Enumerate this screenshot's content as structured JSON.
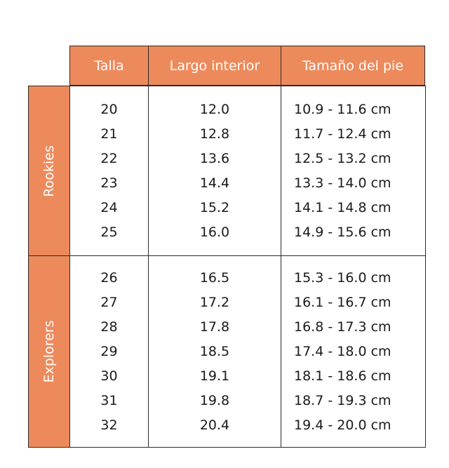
{
  "headers": {
    "size": "Talla",
    "inner_length": "Largo interior",
    "foot_size": "Tamaño del pie"
  },
  "colors": {
    "accent": "#ed8a5c",
    "border": "#2a2a2a",
    "text": "#1a1a1a",
    "header_text": "#ffffff"
  },
  "groups": [
    {
      "label": "Rookies",
      "rows": [
        {
          "size": "20",
          "inner_length": "12.0",
          "foot_size": "10.9 - 11.6 cm"
        },
        {
          "size": "21",
          "inner_length": "12.8",
          "foot_size": "11.7 - 12.4 cm"
        },
        {
          "size": "22",
          "inner_length": "13.6",
          "foot_size": "12.5 - 13.2 cm"
        },
        {
          "size": "23",
          "inner_length": "14.4",
          "foot_size": "13.3 - 14.0 cm"
        },
        {
          "size": "24",
          "inner_length": "15.2",
          "foot_size": "14.1 - 14.8 cm"
        },
        {
          "size": "25",
          "inner_length": "16.0",
          "foot_size": "14.9 - 15.6 cm"
        }
      ]
    },
    {
      "label": "Explorers",
      "rows": [
        {
          "size": "26",
          "inner_length": "16.5",
          "foot_size": "15.3 - 16.0 cm"
        },
        {
          "size": "27",
          "inner_length": "17.2",
          "foot_size": "16.1 - 16.7 cm"
        },
        {
          "size": "28",
          "inner_length": "17.8",
          "foot_size": "16.8 - 17.3 cm"
        },
        {
          "size": "29",
          "inner_length": "18.5",
          "foot_size": "17.4 - 18.0 cm"
        },
        {
          "size": "30",
          "inner_length": "19.1",
          "foot_size": "18.1 - 18.6 cm"
        },
        {
          "size": "31",
          "inner_length": "19.8",
          "foot_size": "18.7 - 19.3 cm"
        },
        {
          "size": "32",
          "inner_length": "20.4",
          "foot_size": "19.4 - 20.0 cm"
        }
      ]
    }
  ]
}
